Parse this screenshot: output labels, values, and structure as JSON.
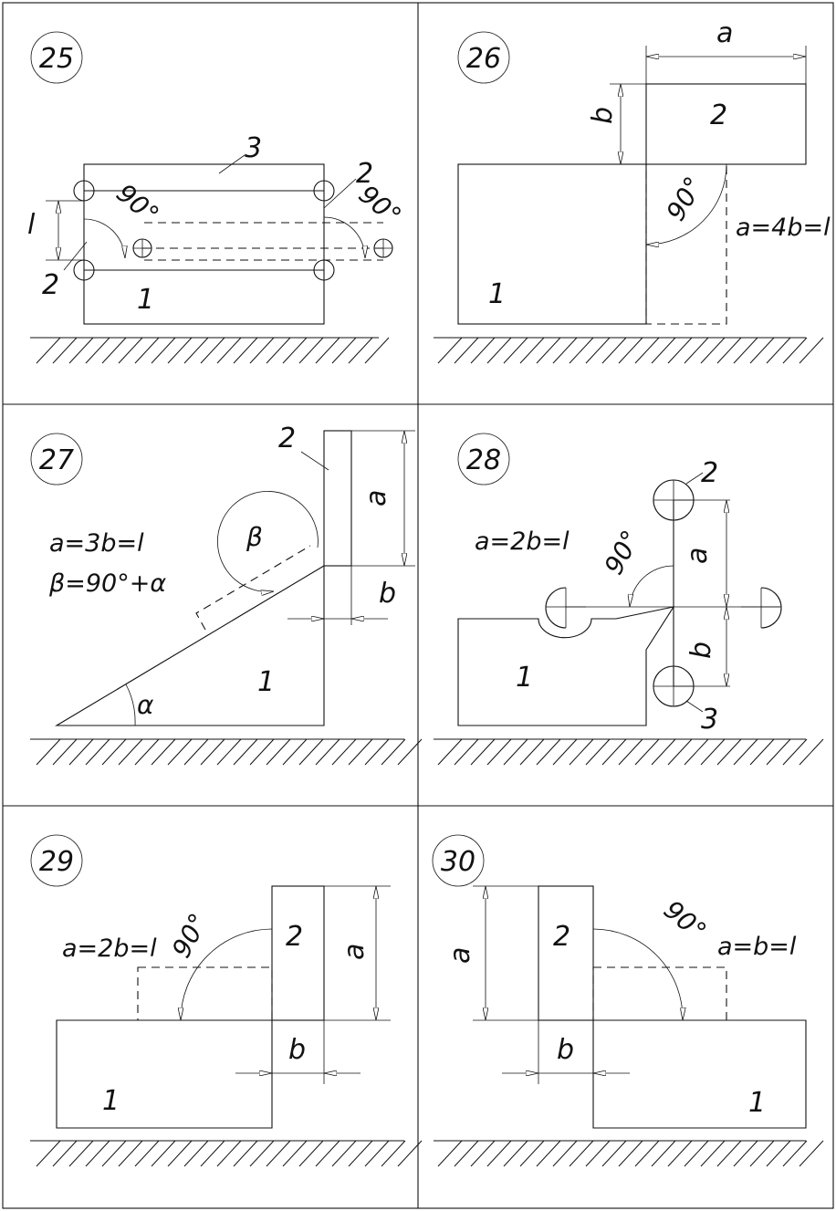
{
  "panels": [
    {
      "number": "25",
      "labels": {
        "part1": "1",
        "part2a": "2",
        "part2b": "2",
        "part3": "3",
        "dim_l": "l",
        "angle_left": "90°",
        "angle_right": "90°"
      }
    },
    {
      "number": "26",
      "labels": {
        "part1": "1",
        "part2": "2",
        "dim_a": "a",
        "dim_b": "b",
        "angle": "90°",
        "relation": "a=4b=l"
      }
    },
    {
      "number": "27",
      "labels": {
        "part1": "1",
        "part2": "2",
        "dim_a": "a",
        "dim_b": "b",
        "alpha": "α",
        "beta": "β",
        "relation1": "a=3b=l",
        "relation2": "β=90°+α"
      }
    },
    {
      "number": "28",
      "labels": {
        "part1": "1",
        "part2": "2",
        "part3": "3",
        "dim_a": "a",
        "dim_b": "b",
        "angle": "90°",
        "relation": "a=2b=l"
      }
    },
    {
      "number": "29",
      "labels": {
        "part1": "1",
        "part2": "2",
        "dim_a": "a",
        "dim_b": "b",
        "angle": "90°",
        "relation": "a=2b=l"
      }
    },
    {
      "number": "30",
      "labels": {
        "part1": "1",
        "part2": "2",
        "dim_a": "a",
        "dim_b": "b",
        "angle": "90°",
        "relation": "a=b=l"
      }
    }
  ]
}
